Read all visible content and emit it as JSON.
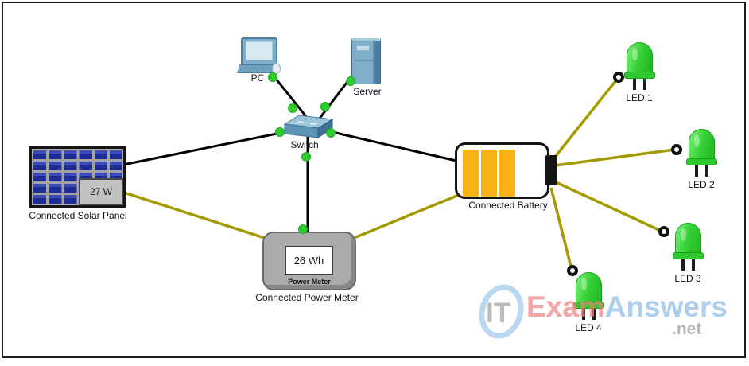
{
  "devices": {
    "pc": {
      "label": "PC"
    },
    "server": {
      "label": "Server"
    },
    "switch": {
      "label": "Switch"
    },
    "solar_panel": {
      "label": "Connected Solar Panel",
      "display_value": "27 W"
    },
    "power_meter": {
      "label": "Connected Power Meter",
      "display_value": "26 Wh",
      "panel_text": "Power Meter"
    },
    "battery": {
      "label": "Connected Battery",
      "charge_bars": 3
    },
    "led_1": {
      "label": "LED 1"
    },
    "led_2": {
      "label": "LED 2"
    },
    "led_3": {
      "label": "LED 3"
    },
    "led_4": {
      "label": "LED 4"
    }
  },
  "connections": [
    {
      "from": "PC",
      "to": "Switch",
      "cable": "copper-ethernet",
      "link_status": "up"
    },
    {
      "from": "Server",
      "to": "Switch",
      "cable": "copper-ethernet",
      "link_status": "up"
    },
    {
      "from": "Solar Panel",
      "to": "Switch",
      "cable": "copper-ethernet",
      "link_status": "up"
    },
    {
      "from": "Switch",
      "to": "Battery",
      "cable": "copper-ethernet",
      "link_status": "up"
    },
    {
      "from": "Switch",
      "to": "Power Meter",
      "cable": "copper-ethernet",
      "link_status": "up"
    },
    {
      "from": "Solar Panel",
      "to": "Power Meter",
      "cable": "iot-power"
    },
    {
      "from": "Power Meter",
      "to": "Battery",
      "cable": "iot-power"
    },
    {
      "from": "Battery",
      "to": "LED 1",
      "cable": "iot-power"
    },
    {
      "from": "Battery",
      "to": "LED 2",
      "cable": "iot-power"
    },
    {
      "from": "Battery",
      "to": "LED 3",
      "cable": "iot-power"
    },
    {
      "from": "Battery",
      "to": "LED 4",
      "cable": "iot-power"
    }
  ],
  "colors": {
    "ethernet_cable": "#000000",
    "power_cable": "#A39A00",
    "link_status_dot": "#2ECC2E",
    "battery_charge": "#F9B213",
    "led_body": "#2FC92F",
    "solar_cell": "#1F2C96"
  },
  "watermark": {
    "logo": "IT",
    "word1": "Exam",
    "word2": "Answers",
    "tld": ".net"
  }
}
